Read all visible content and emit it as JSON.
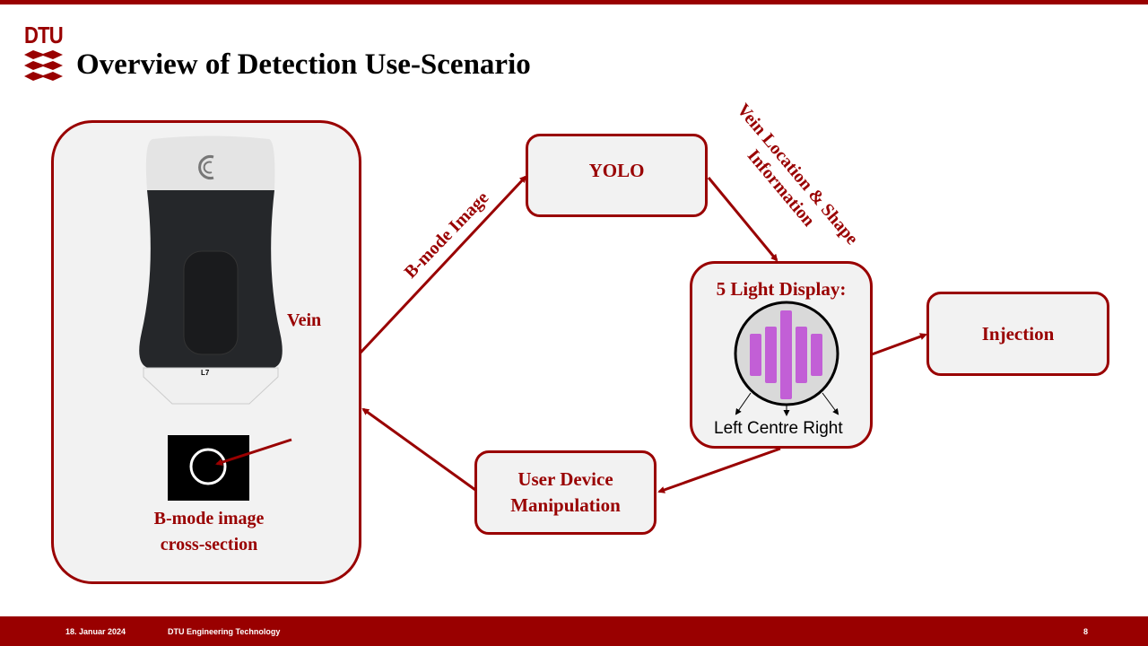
{
  "header": {
    "logo": "DTU",
    "title": "Overview of Detection Use-Scenario"
  },
  "diagram": {
    "left_panel": {
      "probe_label": "L7",
      "vein_label": "Vein",
      "caption_line1": "B-mode image",
      "caption_line2": "cross-section"
    },
    "edge_bmode": "B-mode Image",
    "yolo": "YOLO",
    "edge_vein_line1": "Vein Location & Shape",
    "edge_vein_line2": "Information",
    "display": {
      "title": "5 Light Display:",
      "left": "Left",
      "centre": "Centre",
      "right": "Right"
    },
    "injection": "Injection",
    "user_line1": "User Device",
    "user_line2": "Manipulation"
  },
  "footer": {
    "date": "18. Januar 2024",
    "org": "DTU Engineering Technology",
    "page": "8"
  },
  "colors": {
    "accent": "#990000",
    "light": "#c25fd6"
  }
}
